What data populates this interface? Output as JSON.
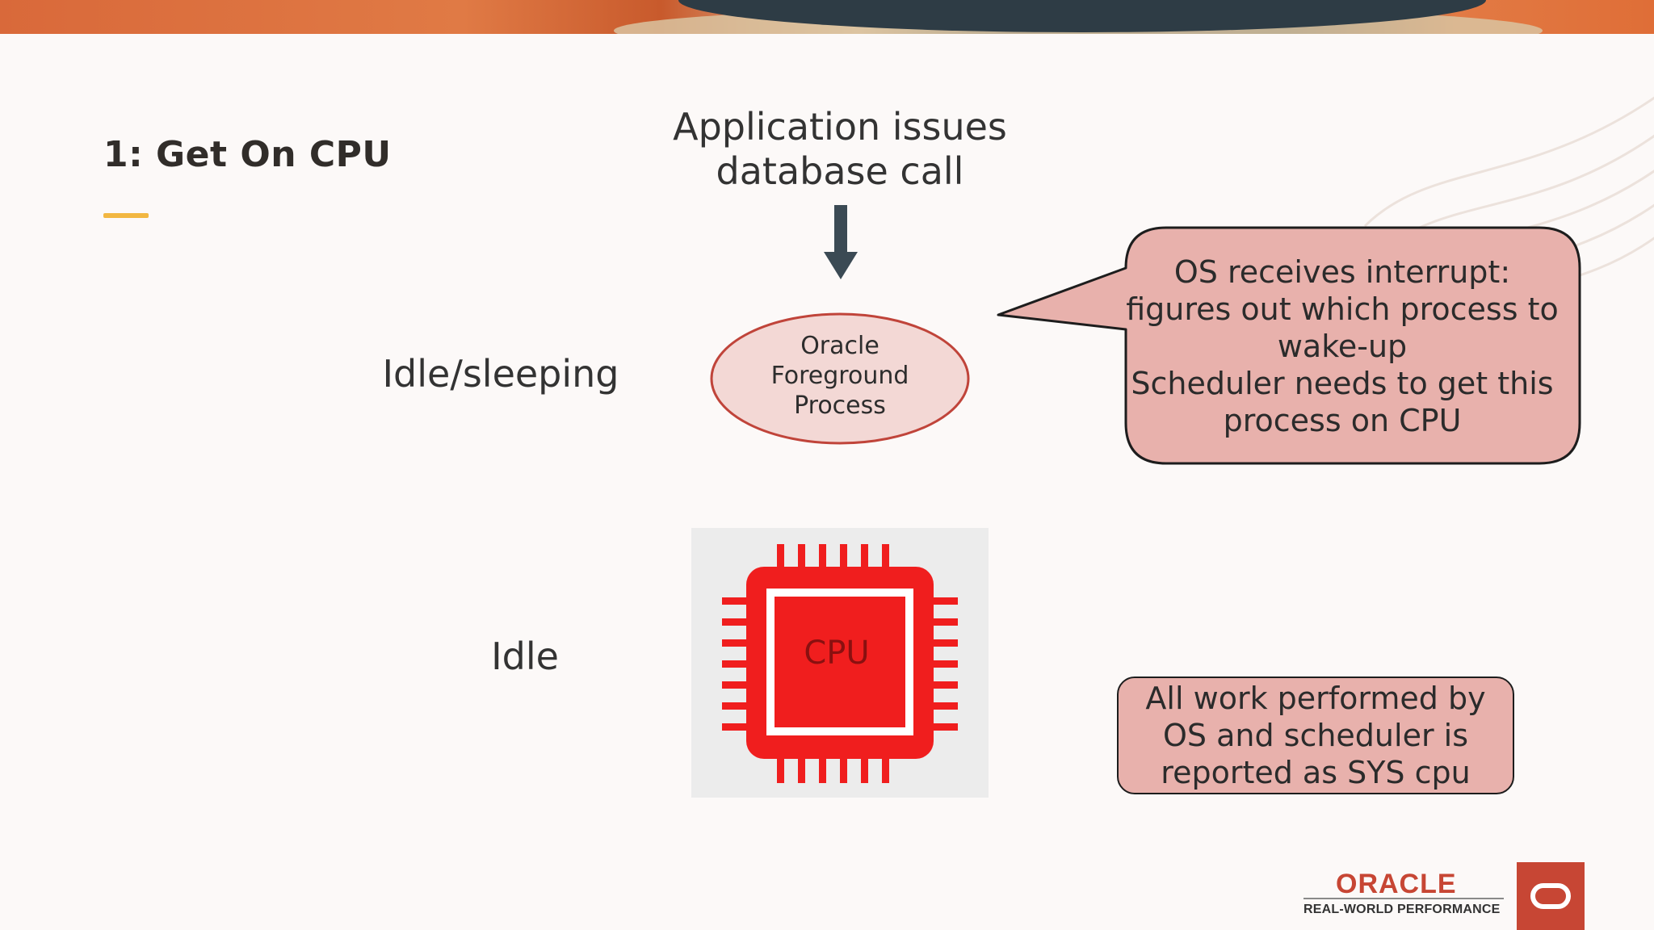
{
  "slide": {
    "title": "1: Get On CPU",
    "accent_color": "#f2b742"
  },
  "diagram": {
    "call_text": "Application issues database call",
    "process_lines": [
      "Oracle",
      "Foreground",
      "Process"
    ],
    "state_sleeping": "Idle/sleeping",
    "state_idle": "Idle",
    "cpu_label": "CPU",
    "callout_os_lines": [
      "OS receives interrupt:",
      "figures out which process to",
      "wake-up",
      "Scheduler needs to get this",
      "process on CPU"
    ],
    "callout_sys_lines": [
      "All work performed by",
      "OS and scheduler is",
      "reported as SYS cpu"
    ],
    "colors": {
      "callout_fill": "#e8b1ac",
      "process_fill": "#f3d8d5",
      "process_border": "#c0443a",
      "arrow": "#3b4a54",
      "cpu_red": "#f01e1e"
    }
  },
  "branding": {
    "wordmark": "ORACLE",
    "tagline": "REAL-WORLD PERFORMANCE",
    "brand_color": "#c74634"
  }
}
